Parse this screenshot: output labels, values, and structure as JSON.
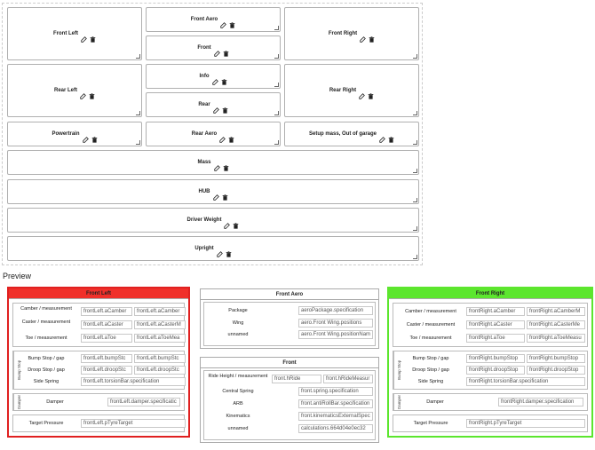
{
  "editor": {
    "boxes": [
      {
        "label": "Front Left"
      },
      {
        "label": "Front Aero"
      },
      {
        "label": "Front"
      },
      {
        "label": "Front Right"
      },
      {
        "label": "Rear Left"
      },
      {
        "label": "Info"
      },
      {
        "label": "Rear"
      },
      {
        "label": "Rear Right"
      },
      {
        "label": "Powertrain"
      },
      {
        "label": "Rear Aero"
      },
      {
        "label": "Setup mass, Out of garage"
      },
      {
        "label": "Mass"
      },
      {
        "label": "HUB"
      },
      {
        "label": "Driver Weight"
      },
      {
        "label": "Upright"
      }
    ],
    "edit_icon": "edit-icon",
    "delete_icon": "trash-icon"
  },
  "preview": {
    "title": "Preview",
    "front_left": {
      "title": "Front Left",
      "header_color": "#f0302a",
      "rows": [
        {
          "label": "Camber / measurement",
          "f1": "frontLeft.aCamber",
          "f2": "frontLeft.aCamber"
        },
        {
          "label": "Caster / measurement",
          "f1": "frontLeft.aCaster",
          "f2": "frontLeft.aCasterM"
        },
        {
          "label": "Toe / measurement",
          "f1": "frontLeft.aToe",
          "f2": "frontLeft.aToeMea"
        }
      ],
      "bump_tab": "Bump Stop",
      "bump_rows": [
        {
          "label": "Bump Stop / gap",
          "f1": "frontLeft.bumpStc",
          "f2": "frontLeft.bumpStc"
        },
        {
          "label": "Droop Stop / gap",
          "f1": "frontLeft.droopStc",
          "f2": "frontLeft.droopStc"
        },
        {
          "label": "Side Spring",
          "f1": "frontLeft.torsionBar.specification"
        }
      ],
      "damper_tab": "Damper",
      "damper": {
        "label": "Damper",
        "f1": "frontLeft.damper.specificatic"
      },
      "target": {
        "label": "Target Pressure",
        "f1": "frontLeft.pTyreTarget"
      }
    },
    "front_aero": {
      "title": "Front Aero",
      "rows": [
        {
          "label": "Package",
          "f1": "aeroPackage.specification"
        },
        {
          "label": "Wing",
          "f1": "aero.Front Wing.positions"
        },
        {
          "label": "unnamed",
          "f1": "aero.Front Wing.positionNam"
        }
      ]
    },
    "front": {
      "title": "Front",
      "rows": [
        {
          "label": "Ride Height / measurement",
          "f1": "front.hRide",
          "f2": "front.hRideMeasur"
        },
        {
          "label": "Central Spring",
          "f1": "front.spring.specification"
        },
        {
          "label": "ARB",
          "f1": "front.antiRollBar.specification"
        },
        {
          "label": "Kinematics",
          "f1": "front.kinematicsExternalSpec"
        },
        {
          "label": "unnamed",
          "f1": "calculations.664d04e0ec32"
        }
      ]
    },
    "front_right": {
      "title": "Front Right",
      "header_color": "#5ce62e",
      "rows": [
        {
          "label": "Camber / measurement",
          "f1": "frontRight.aCamber",
          "f2": "frontRight.aCamberM"
        },
        {
          "label": "Caster / measurement",
          "f1": "frontRight.aCaster",
          "f2": "frontRight.aCasterMe"
        },
        {
          "label": "Toe / measurement",
          "f1": "frontRight.aToe",
          "f2": "frontRight.aToeMeasu"
        }
      ],
      "bump_tab": "Bump Stop",
      "bump_rows": [
        {
          "label": "Bump Stop / gap",
          "f1": "frontRight.bumpStop",
          "f2": "frontRight.bumpStop"
        },
        {
          "label": "Droop Stop / gap",
          "f1": "frontRight.droopStop",
          "f2": "frontRight.droopStop"
        },
        {
          "label": "Side Spring",
          "f1": "frontRight.torsionBar.specification"
        }
      ],
      "damper_tab": "Damper",
      "damper": {
        "label": "Damper",
        "f1": "frontRight.damper.specification"
      },
      "target": {
        "label": "Target Pressure",
        "f1": "frontRight.pTyreTarget"
      }
    }
  }
}
